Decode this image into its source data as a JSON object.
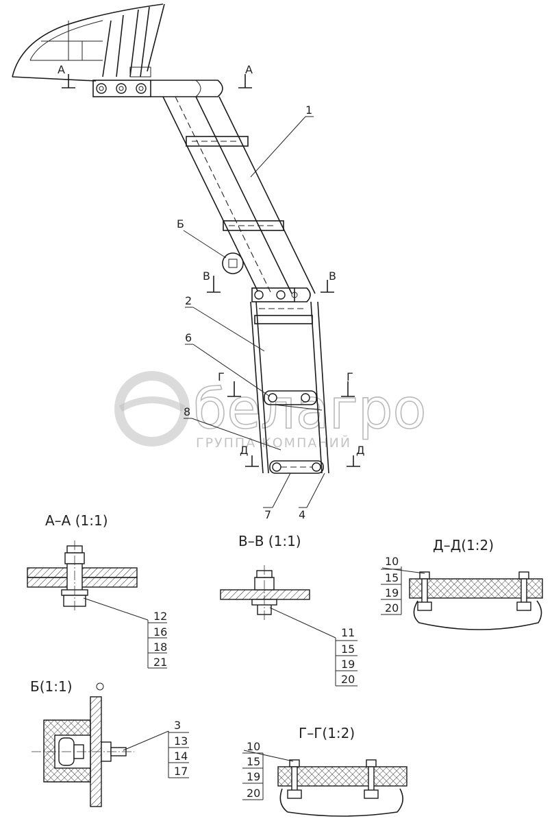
{
  "drawing": {
    "callouts": [
      "1",
      "2",
      "6",
      "8",
      "7",
      "4"
    ],
    "sections": {
      "a": "А",
      "b": "Б",
      "v": "В",
      "g": "Г",
      "d": "Д"
    },
    "views": {
      "aa": {
        "title": "А–А (1:1)",
        "parts": [
          "12",
          "16",
          "18",
          "21"
        ]
      },
      "vv": {
        "title": "В–В (1:1)",
        "parts": [
          "11",
          "15",
          "19",
          "20"
        ]
      },
      "dd": {
        "title": "Д–Д(1:2)",
        "parts": [
          "10",
          "15",
          "19",
          "20"
        ]
      },
      "b": {
        "title": "Б(1:1)",
        "parts": [
          "3",
          "13",
          "14",
          "17"
        ]
      },
      "gg": {
        "title": "Г–Г(1:2)",
        "parts": [
          "10",
          "15",
          "19",
          "20"
        ]
      }
    }
  },
  "watermark": {
    "brand": "белагро",
    "tagline": "ГРУППА КОМПАНИЙ"
  }
}
